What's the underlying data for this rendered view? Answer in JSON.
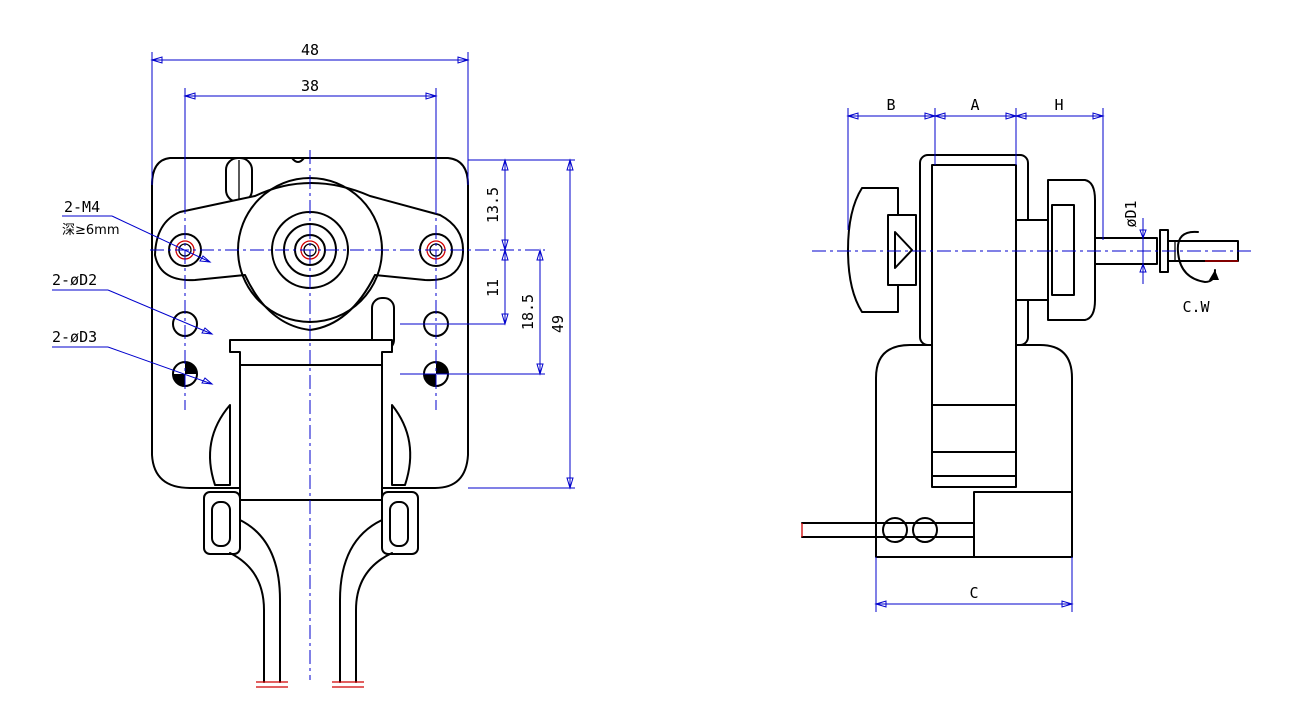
{
  "front_view": {
    "dim_width_overall": "48",
    "dim_width_holes": "38",
    "dim_height_top": "13.5",
    "dim_height_mid": "11",
    "dim_height_lower": "18.5",
    "dim_height_overall": "49",
    "callout_m4": "2-M4",
    "callout_m4_depth": "深≥6mm",
    "callout_d2": "2-øD2",
    "callout_d3": "2-øD3"
  },
  "side_view": {
    "dim_b": "B",
    "dim_a": "A",
    "dim_h": "H",
    "dim_c": "C",
    "dim_d1": "øD1",
    "rotation": "C.W"
  },
  "colors": {
    "outline": "#000000",
    "dimension": "#0000cc",
    "wire_end": "#d00000"
  }
}
